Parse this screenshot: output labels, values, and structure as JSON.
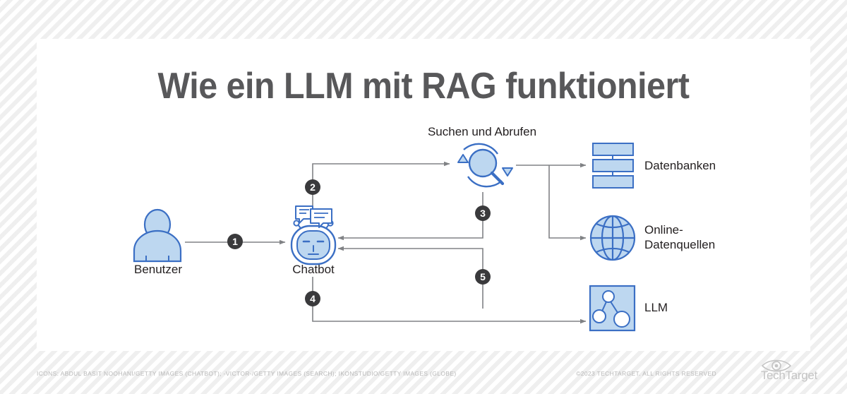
{
  "title": "Wie ein LLM mit RAG funktioniert",
  "colors": {
    "icon_fill": "#bdd7f0",
    "icon_stroke": "#3b6fc4",
    "arrow": "#808285",
    "badge": "#3a3a3c",
    "title": "#58585a",
    "label": "#231f20",
    "footer": "#b9b9b9",
    "card": "#ffffff"
  },
  "nodes": {
    "search": {
      "label": "Suchen und Abrufen",
      "icon": "search-refresh-icon"
    },
    "user": {
      "label": "Benutzer",
      "icon": "user-icon"
    },
    "chatbot": {
      "label": "Chatbot",
      "icon": "chatbot-icon"
    },
    "databases": {
      "label": "Datenbanken",
      "icon": "database-icon"
    },
    "online_sources": {
      "label_line1": "Online-",
      "label_line2": "Datenquellen",
      "icon": "globe-icon"
    },
    "llm": {
      "label": "LLM",
      "icon": "neural-network-icon"
    }
  },
  "steps": [
    {
      "number": "1",
      "from": "user",
      "to": "chatbot"
    },
    {
      "number": "2",
      "from": "chatbot",
      "to": "search"
    },
    {
      "number": "3",
      "from": "search",
      "to": "chatbot"
    },
    {
      "number": "4",
      "from": "chatbot",
      "to": "llm"
    },
    {
      "number": "5",
      "from": "llm",
      "to": "chatbot"
    }
  ],
  "footer": {
    "credits": "ICONS: ABDUL BASIT NOOHANI/GETTY IMAGES (CHATBOT); -VICTOR-/GETTY IMAGES (SEARCH); IKONSTUDIO/GETTY IMAGES (GLOBE)",
    "copyright": "©2023 TECHTARGET. ALL RIGHTS RESERVED",
    "brand": "TechTarget"
  }
}
